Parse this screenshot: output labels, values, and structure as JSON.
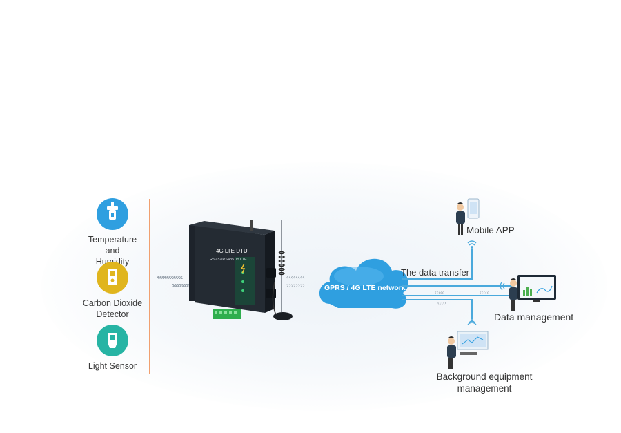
{
  "sensors": [
    {
      "line1": "Temperature and",
      "line2": "Humidity Sensor",
      "color": "#2f9fe0",
      "icon": "thermometer-icon"
    },
    {
      "line1": "Carbon Dioxide",
      "line2": "Detector",
      "color": "#e0b51e",
      "icon": "co2-detector-icon"
    },
    {
      "line1": "Light Sensor",
      "line2": "",
      "color": "#27b4a4",
      "icon": "light-sensor-icon"
    }
  ],
  "device": {
    "title": "4G LTE DTU",
    "subtitle": "RS232/RS485 To LTE"
  },
  "cloud": {
    "label": "GPRS / 4G LTE network"
  },
  "transfer_label": "The data transfer",
  "endpoints": {
    "mobile": "Mobile APP",
    "data": "Data management",
    "background_line1": "Background equipment",
    "background_line2": "management"
  },
  "colors": {
    "accent": "#2f9fe0",
    "line": "#4aa9dc",
    "divider": "#f0a070"
  }
}
